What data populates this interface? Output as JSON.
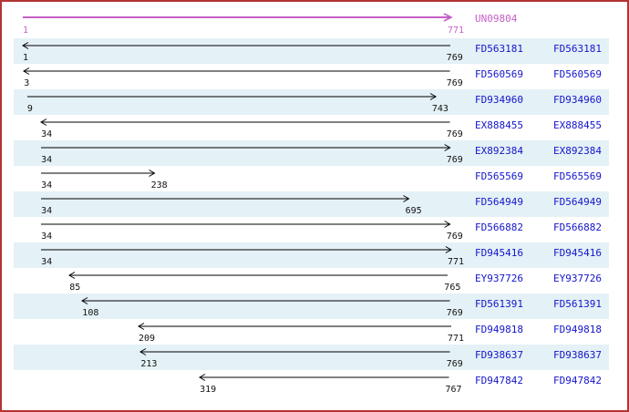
{
  "colors": {
    "frame_border": "#B23434",
    "query_magenta": "#C45FC5",
    "sequence_link_blue": "#1414CC",
    "row_band_blue": "#E4F1F6",
    "arrow_black": "#000000"
  },
  "chart_data": {
    "type": "table",
    "title": "",
    "axis_range": [
      1,
      771
    ],
    "columns": [
      "id",
      "start",
      "end",
      "direction",
      "shaded",
      "is_query",
      "second_label"
    ],
    "rows": [
      {
        "id": "UN09804",
        "start": 1,
        "end": 771,
        "direction": "right",
        "shaded": false,
        "is_query": true,
        "second_label": false
      },
      {
        "id": "FD563181",
        "start": 1,
        "end": 769,
        "direction": "left",
        "shaded": true,
        "is_query": false,
        "second_label": true
      },
      {
        "id": "FD560569",
        "start": 3,
        "end": 769,
        "direction": "left",
        "shaded": false,
        "is_query": false,
        "second_label": true
      },
      {
        "id": "FD934960",
        "start": 9,
        "end": 743,
        "direction": "right",
        "shaded": true,
        "is_query": false,
        "second_label": true
      },
      {
        "id": "EX888455",
        "start": 34,
        "end": 769,
        "direction": "left",
        "shaded": false,
        "is_query": false,
        "second_label": true
      },
      {
        "id": "EX892384",
        "start": 34,
        "end": 769,
        "direction": "right",
        "shaded": true,
        "is_query": false,
        "second_label": true
      },
      {
        "id": "FD565569",
        "start": 34,
        "end": 238,
        "direction": "right",
        "shaded": false,
        "is_query": false,
        "second_label": true
      },
      {
        "id": "FD564949",
        "start": 34,
        "end": 695,
        "direction": "right",
        "shaded": true,
        "is_query": false,
        "second_label": true
      },
      {
        "id": "FD566882",
        "start": 34,
        "end": 769,
        "direction": "right",
        "shaded": false,
        "is_query": false,
        "second_label": true
      },
      {
        "id": "FD945416",
        "start": 34,
        "end": 771,
        "direction": "right",
        "shaded": true,
        "is_query": false,
        "second_label": true
      },
      {
        "id": "EY937726",
        "start": 85,
        "end": 765,
        "direction": "left",
        "shaded": false,
        "is_query": false,
        "second_label": true
      },
      {
        "id": "FD561391",
        "start": 108,
        "end": 769,
        "direction": "left",
        "shaded": true,
        "is_query": false,
        "second_label": true
      },
      {
        "id": "FD949818",
        "start": 209,
        "end": 771,
        "direction": "left",
        "shaded": false,
        "is_query": false,
        "second_label": true
      },
      {
        "id": "FD938637",
        "start": 213,
        "end": 769,
        "direction": "left",
        "shaded": true,
        "is_query": false,
        "second_label": true
      },
      {
        "id": "FD947842",
        "start": 319,
        "end": 767,
        "direction": "left",
        "shaded": false,
        "is_query": false,
        "second_label": true
      }
    ]
  }
}
